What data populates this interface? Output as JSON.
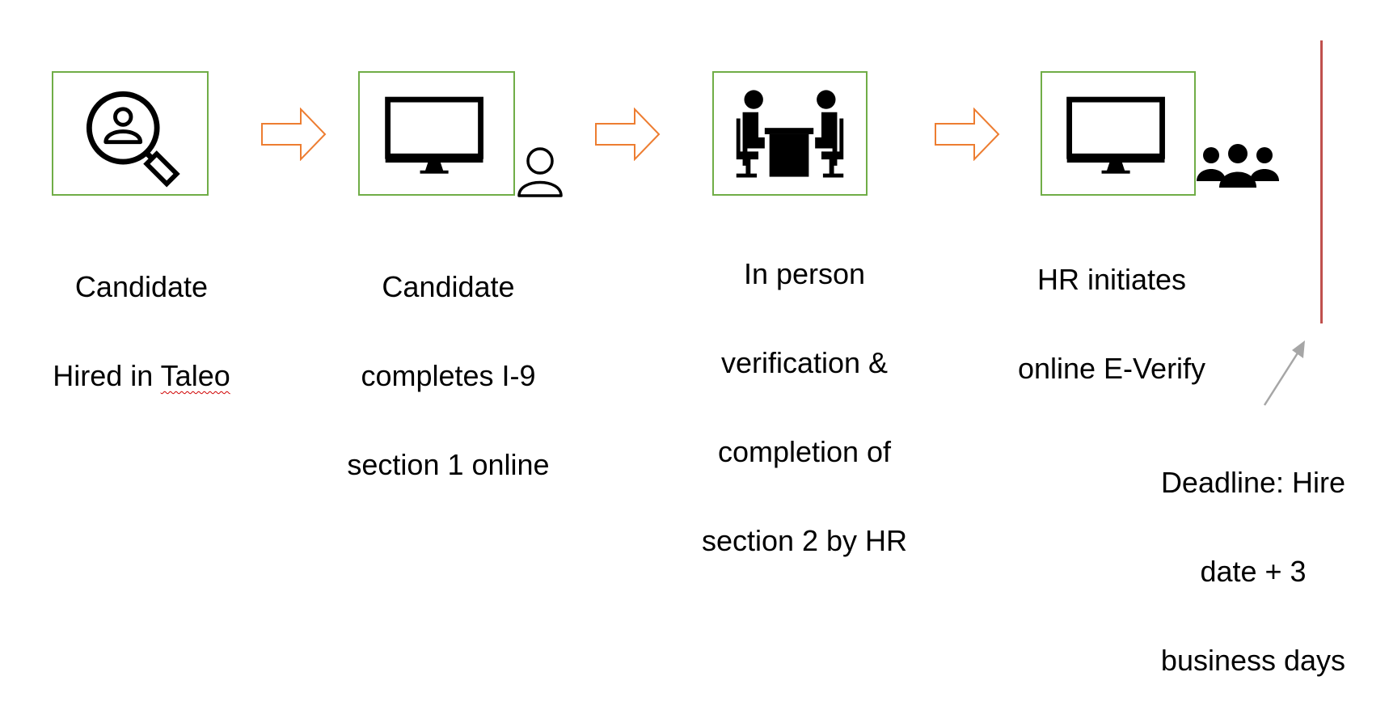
{
  "colors": {
    "box_border": "#70ad47",
    "arrow_stroke": "#ed7d31",
    "deadline_line": "#c0504d",
    "pointer_arrow": "#a6a6a6",
    "icon_fill": "#000000"
  },
  "steps": [
    {
      "icon": "person-search-icon",
      "label_lines": [
        "Candidate",
        "Hired in "
      ],
      "label_squiggle_word": "Taleo"
    },
    {
      "icon": "computer-monitor-icon",
      "side_icon": "user-outline-icon",
      "label_lines": [
        "Candidate",
        "completes I-9",
        "section 1 online"
      ]
    },
    {
      "icon": "meeting-table-icon",
      "label_lines": [
        "In person",
        "verification &",
        "completion of",
        "section 2 by HR"
      ]
    },
    {
      "icon": "computer-monitor-icon",
      "side_icon": "group-users-icon",
      "label_lines": [
        "HR initiates",
        "online E-Verify"
      ]
    }
  ],
  "deadline": {
    "label_lines": [
      "Deadline: Hire",
      "date + 3",
      "business days"
    ]
  }
}
